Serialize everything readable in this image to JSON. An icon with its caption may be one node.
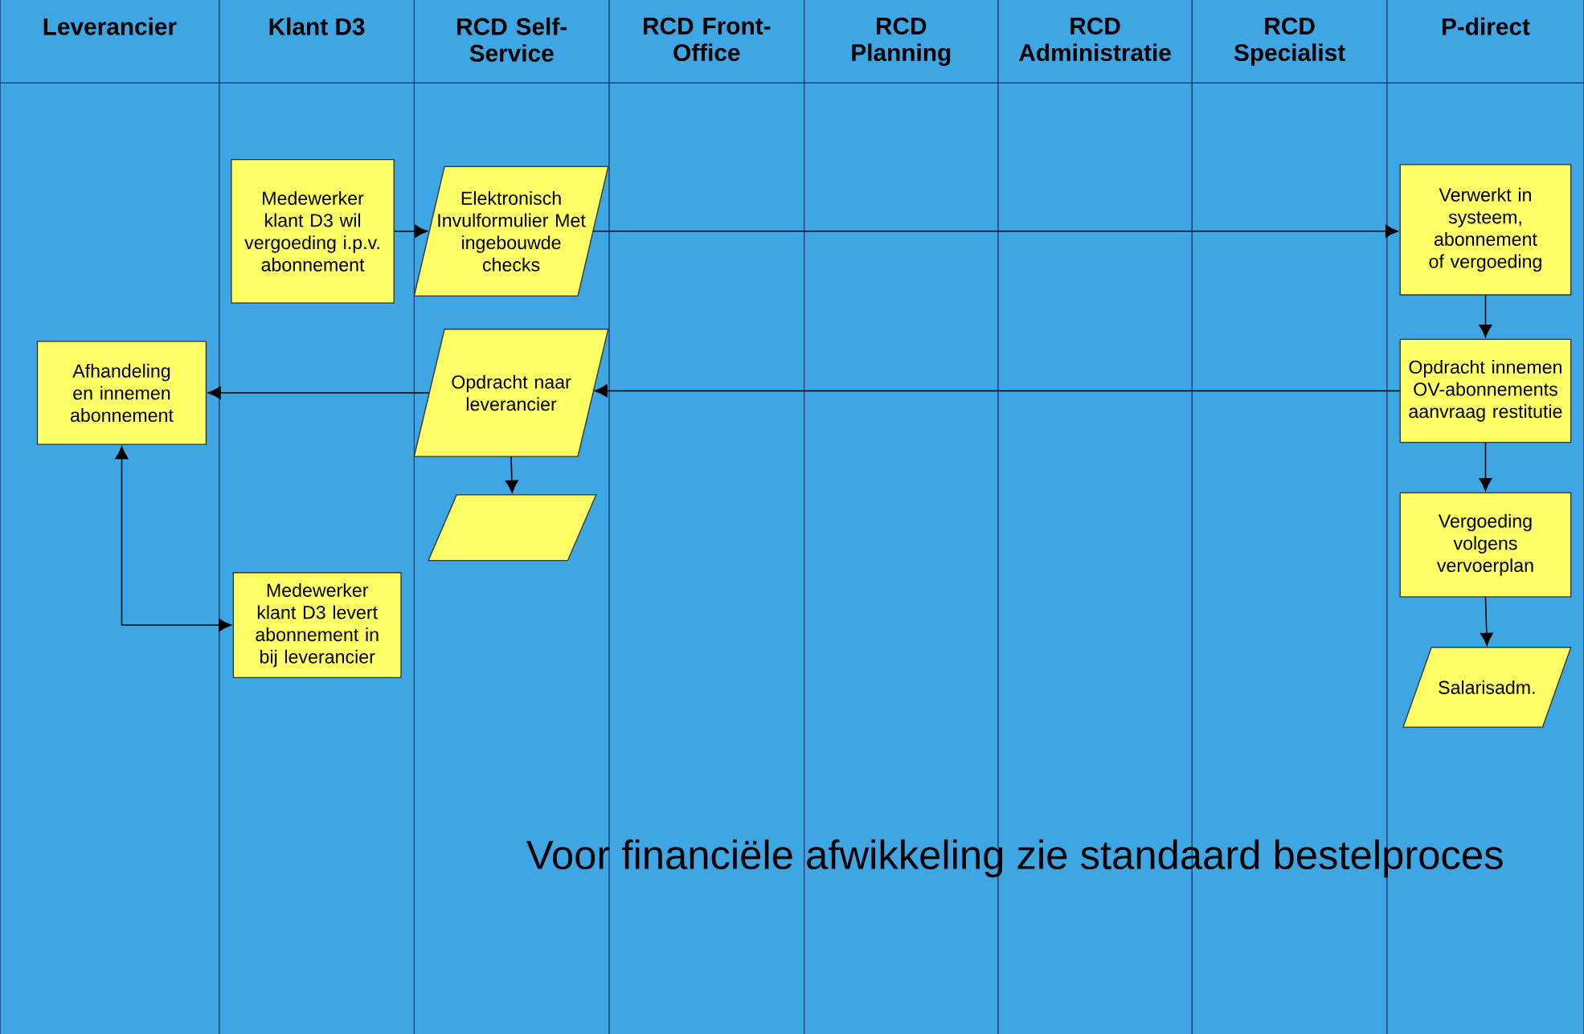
{
  "diagram": {
    "nodes": [
      {
        "text": [
          "Medewerker klant D3 wil vergoeding i.p.v. abonnement"
        ]
      },
      {
        "text": [
          "Elektronisch Invulformulier Met ingebouwde checks"
        ]
      },
      {
        "text": [
          "Verwerkt in systeem, abonnement of vergoeding"
        ]
      },
      {
        "text": [
          "Afhandeling en innemen abonnement"
        ]
      },
      {
        "text": [
          "Opdracht naar leverancier"
        ]
      },
      {
        "text": [
          "Opdracht innemen OV-abonnements aanvraag restitutie"
        ]
      },
      {
        "text": [],
        "shape": "parallelogram"
      },
      {
        "text": [
          "Vergoeding volgens vervoerplan"
        ]
      },
      {
        "text": [
          "Medewerker klant D3 levert abonnement in bij leverancier"
        ]
      },
      {
        "text": [
          "Salarisadm."
        ]
      }
    ],
    "edges": [
      {
        "from": 0,
        "to": 1,
        "arrow": "to"
      },
      {
        "from": 1,
        "to": 2,
        "arrow": "to"
      },
      {
        "from": 2,
        "to": 5,
        "arrow": "to"
      },
      {
        "from": 5,
        "to": 4,
        "arrow": "to"
      },
      {
        "from": 4,
        "to": 3,
        "arrow": "to"
      },
      {
        "from": 4,
        "to": 6,
        "arrow": "to"
      },
      {
        "from": 5,
        "to": 7,
        "arrow": "to"
      },
      {
        "from": 7,
        "to": 9,
        "arrow": "to"
      },
      {
        "from": 3,
        "to": 8,
        "arrow": "both"
      }
    ],
    "labels": [
      "Leverancier",
      "Klant D3",
      "RCD Self-Service",
      "RCD Front-Office",
      "RCD Planning",
      "RCD Administratie",
      "RCD Specialist",
      "P-direct",
      "Voor financiële afwikkeling zie standaard bestelproces"
    ]
  }
}
